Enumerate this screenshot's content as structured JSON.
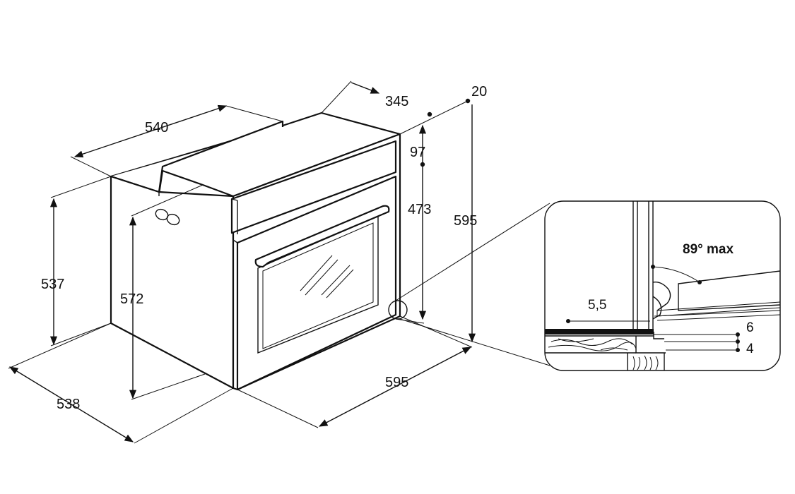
{
  "dimensions": {
    "width_top": "540",
    "depth_top": "345",
    "front_offset": "20",
    "panel_height": "97",
    "door_height": "473",
    "total_height": "595",
    "cavity_height": "537",
    "side_height": "572",
    "depth_bottom": "538",
    "width_bottom": "595"
  },
  "detail": {
    "angle_label": "89° max",
    "gap_label": "5,5",
    "offset_6": "6",
    "offset_4": "4"
  },
  "colors": {
    "line": "#111111",
    "background": "#ffffff"
  }
}
